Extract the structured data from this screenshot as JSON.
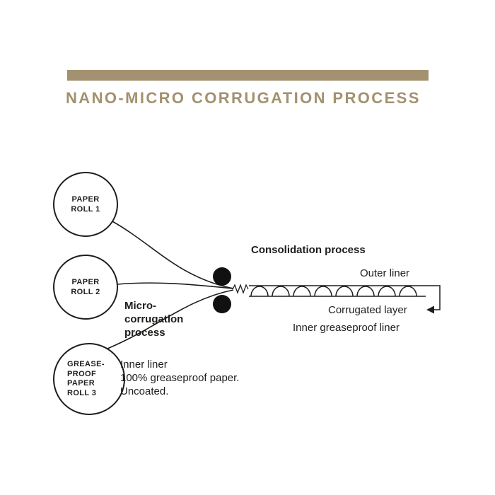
{
  "page": {
    "background": "#ffffff",
    "accent_color": "#a3916f",
    "ink_color": "#1d1d1b"
  },
  "header": {
    "title": "NANO-MICRO CORRUGATION PROCESS"
  },
  "rolls": [
    {
      "label": "PAPER\nROLL 1"
    },
    {
      "label": "PAPER\nROLL 2"
    },
    {
      "label": "GREASE-\nPROOF\nPAPER\nROLL 3"
    }
  ],
  "labels": {
    "consolidation": "Consolidation process",
    "outer_liner": "Outer liner",
    "corrugated_layer": "Corrugated layer",
    "inner_greaseproof": "Inner greaseproof liner",
    "micro_process": "Micro-\ncorrugation\nprocess",
    "inner_liner_note": "Inner liner\n100% greaseproof paper.\nUncoated."
  }
}
